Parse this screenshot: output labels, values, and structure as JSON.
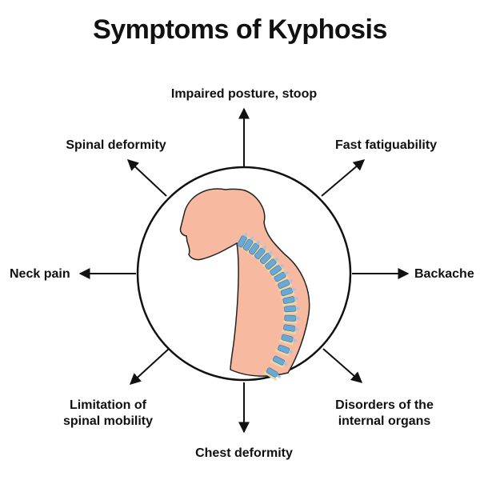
{
  "title": "Symptoms of Kyphosis",
  "symptoms": {
    "top": "Impaired posture, stoop",
    "top_right": "Fast fatiguability",
    "right": "Backache",
    "bottom_right_line1": "Disorders of the",
    "bottom_right_line2": "internal organs",
    "bottom": "Chest deformity",
    "bottom_left_line1": "Limitation of",
    "bottom_left_line2": "spinal mobility",
    "left": "Neck pain",
    "top_left": "Spinal deformity"
  },
  "colors": {
    "skin": "#f7b9a0",
    "outline": "#111111",
    "vertebra": "#6aa9d6",
    "disc": "#e8d9a6"
  }
}
